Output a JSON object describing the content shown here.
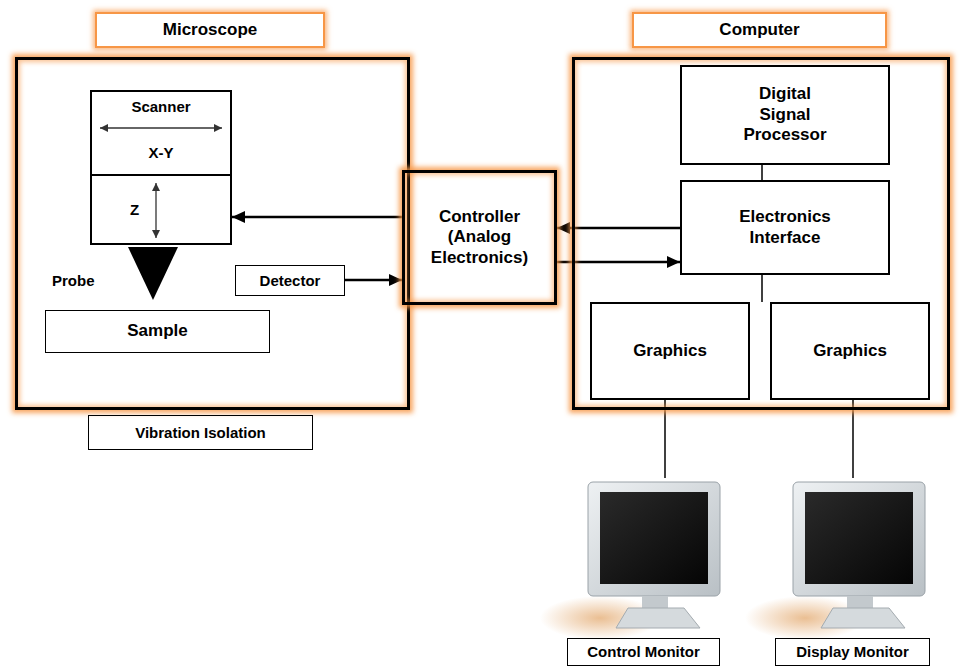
{
  "diagram": {
    "nodes": [
      {
        "text": [
          "Microscope"
        ]
      },
      {
        "text": [
          "Scanner",
          "X-Y"
        ],
        "in": 0
      },
      {
        "text": [
          "Z"
        ],
        "in": 0
      },
      {
        "text": [
          "Detector"
        ],
        "in": 0
      },
      {
        "text": [
          "Sample"
        ],
        "in": 0
      },
      {
        "text": [
          "Vibration Isolation"
        ]
      },
      {
        "text": [
          "Controller (Analog Electronics)"
        ]
      },
      {
        "text": [
          "Computer"
        ]
      },
      {
        "text": [
          "Digital Signal Processor"
        ],
        "in": 7
      },
      {
        "text": [
          "Electronics Interface"
        ],
        "in": 7
      },
      {
        "text": [
          "Graphics"
        ],
        "in": 7
      },
      {
        "text": [
          "Graphics"
        ],
        "in": 7
      },
      {
        "text": [
          "Control Monitor"
        ]
      },
      {
        "text": [
          "Display Monitor"
        ]
      }
    ],
    "edges": [
      {
        "from": 6,
        "to": 2,
        "arrow": "to"
      },
      {
        "from": 3,
        "to": 6,
        "arrow": "to"
      },
      {
        "from": 9,
        "to": 6,
        "arrow": "to"
      },
      {
        "from": 6,
        "to": 9,
        "arrow": "to"
      },
      {
        "from": 8,
        "to": 9,
        "arrow": "none"
      },
      {
        "from": 10,
        "to": 12,
        "arrow": "none"
      },
      {
        "from": 11,
        "to": 13,
        "arrow": "none"
      }
    ],
    "labels": [
      "Probe"
    ]
  }
}
